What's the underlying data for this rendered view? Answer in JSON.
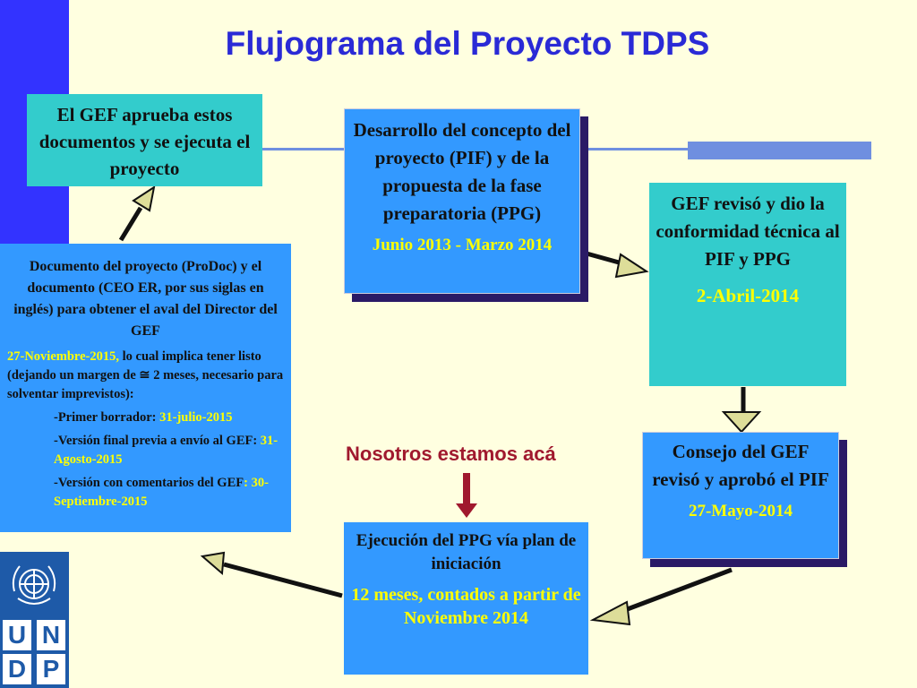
{
  "title": "Flujograma del Proyecto TDPS",
  "box_gef_approves": "El GEF aprueba estos documentos y  se ejecuta el proyecto",
  "box_development": {
    "text": "Desarrollo del concepto del proyecto (PIF) y de la propuesta de la fase preparatoria (PPG)",
    "date": "Junio 2013 - Marzo 2014"
  },
  "box_gef_review": {
    "text": "GEF revisó y dio la conformidad técnica al PIF y PPG",
    "date": "2-Abril-2014"
  },
  "box_council": {
    "text": "Consejo del GEF revisó y aprobó el PIF",
    "date": "27-Mayo-2014"
  },
  "box_ppg": {
    "text": "Ejecución del PPG vía plan de iniciación",
    "date": "12 meses, contados a partir de Noviembre 2014"
  },
  "box_prodoc": {
    "text": "Documento del proyecto (ProDoc) y el documento (CEO ER, por sus siglas en inglés) para obtener el aval del Director del GEF",
    "deadline": "27-Noviembre-2015,",
    "deadline_note": " lo cual implica tener listo (dejando un margen de ≅ 2 meses, necesario para solventar imprevistos):",
    "items": [
      {
        "label": "-Primer borrador: ",
        "date": "31-julio-2015"
      },
      {
        "label": "-Versión final previa a envío al GEF: ",
        "date": "31-Agosto-2015"
      },
      {
        "label": "-Versión con comentarios del GEF",
        "date": ": 30-Septiembre-2015"
      }
    ]
  },
  "here_label": "Nosotros estamos acá",
  "logo_letters": [
    "U",
    "N",
    "D",
    "P"
  ],
  "colors": {
    "teal": "#33CCCC",
    "blue": "#3399FF",
    "title": "#2A2AD6",
    "accent": "#FFFF00",
    "here": "#A0192E"
  }
}
